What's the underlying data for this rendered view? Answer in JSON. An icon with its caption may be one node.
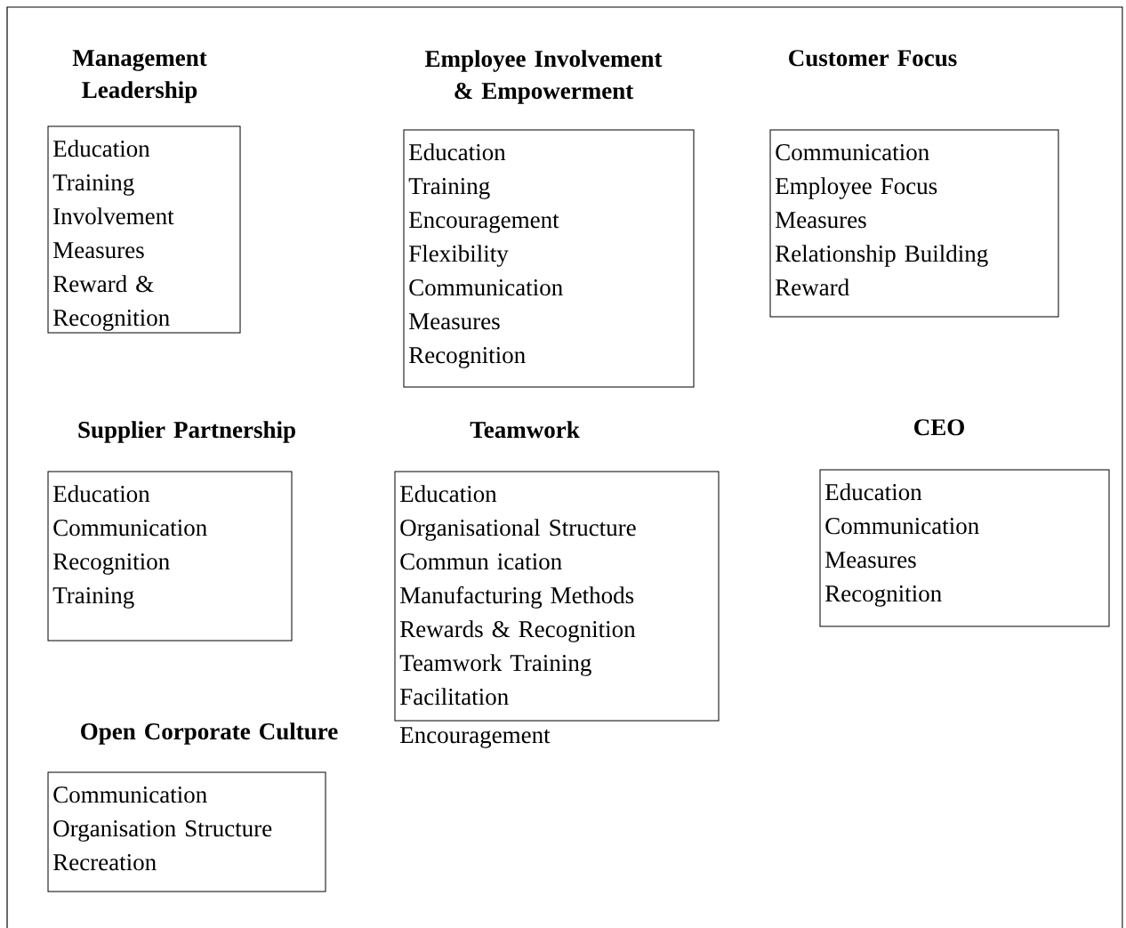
{
  "diagram": {
    "nodes": [
      {
        "text": [
          "Management Leadership",
          "Education",
          "Training",
          "Involvement",
          "Measures",
          "Reward & Recognition"
        ]
      },
      {
        "text": [
          "Employee Involvement & Empowerment",
          "Education",
          "Training",
          "Encouragement",
          "Flexibility",
          "Communication",
          "Measures",
          "Recognition"
        ]
      },
      {
        "text": [
          "Customer Focus",
          "Communication",
          "Employee Focus",
          "Measures",
          "Relationship Building",
          "Reward"
        ]
      },
      {
        "text": [
          "Supplier Partnership",
          "Education",
          "Communication",
          "Recognition",
          "Training"
        ]
      },
      {
        "text": [
          "Teamwork",
          "Education",
          "Organisational Structure",
          "Commun ication",
          "Manufacturing Methods",
          "Rewards & Recognition",
          "Teamwork Training",
          "Facilitation",
          "Encouragement"
        ]
      },
      {
        "text": [
          "CEO",
          "Education",
          "Communication",
          "Measures",
          "Recognition"
        ]
      },
      {
        "text": [
          "Open Corporate Culture",
          "Communication",
          "Organisation Structure",
          "Recreation"
        ]
      }
    ]
  }
}
